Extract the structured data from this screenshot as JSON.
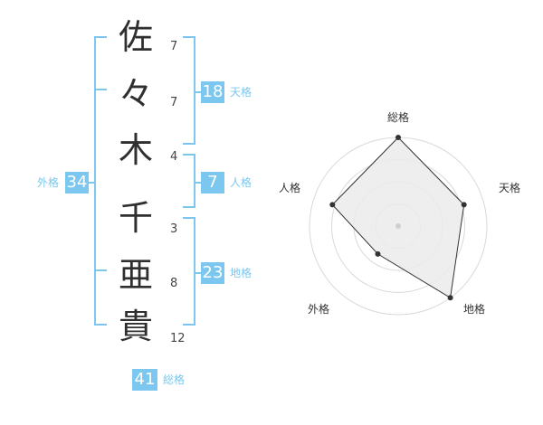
{
  "name_characters": [
    {
      "char": "佐",
      "strokes": "7"
    },
    {
      "char": "々",
      "strokes": "7"
    },
    {
      "char": "木",
      "strokes": "4"
    },
    {
      "char": "千",
      "strokes": "3"
    },
    {
      "char": "亜",
      "strokes": "8"
    },
    {
      "char": "貴",
      "strokes": "12"
    }
  ],
  "kaku": {
    "tenkaku": {
      "value": "18",
      "label": "天格"
    },
    "jinkaku": {
      "value": "7",
      "label": "人格"
    },
    "chikaku": {
      "value": "23",
      "label": "地格"
    },
    "gaikaku": {
      "value": "34",
      "label": "外格"
    },
    "soukaku": {
      "value": "41",
      "label": "総格"
    }
  },
  "radar": {
    "axes": [
      "総格",
      "天格",
      "地格",
      "外格",
      "人格"
    ],
    "levels": [
      1.0,
      0.78,
      1.0,
      0.39,
      0.78
    ],
    "max_level": 1,
    "rings": 4,
    "fill_color": "#ebebeb",
    "line_color": "#333333"
  }
}
